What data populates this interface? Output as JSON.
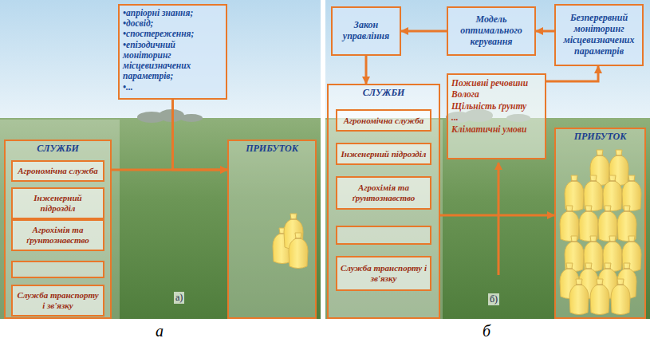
{
  "diagram": {
    "nodes": [
      {
        "text": [
          "•апріорні знання;",
          "•досвід;",
          "•спостереження;",
          "•епізодичний моніторинг місцевизначених параметрів;",
          "•..."
        ]
      },
      {
        "text": [
          "СЛУЖБИ"
        ]
      },
      {
        "text": [
          "Агрономічна служба"
        ],
        "in": 1
      },
      {
        "text": [
          "Інженерний підрозділ"
        ],
        "in": 1
      },
      {
        "text": [
          "Агрохімія та ґрунтознавство"
        ],
        "in": 1
      },
      {
        "text": [
          "Служба транспорту і зв'язку"
        ],
        "in": 1
      },
      {
        "text": [
          "ПРИБУТОК"
        ]
      },
      {
        "text": [
          "Закон управління"
        ]
      },
      {
        "text": [
          "Модель оптимального керування"
        ]
      },
      {
        "text": [
          "Безперервний моніторинг місцевизначених параметрів"
        ]
      },
      {
        "text": [
          "СЛУЖБИ"
        ]
      },
      {
        "text": [
          "Агрономічна служба"
        ],
        "in": 10
      },
      {
        "text": [
          "Інженерний підрозділ"
        ],
        "in": 10
      },
      {
        "text": [
          "Агрохімія та ґрунтознавство"
        ],
        "in": 10
      },
      {
        "text": [
          "Служба транспорту і зв'язку"
        ],
        "in": 10
      },
      {
        "text": [
          "Поживні речовини",
          "Волога",
          "Щільність ґрунту",
          "...",
          "Кліматичні умови"
        ]
      },
      {
        "text": [
          "ПРИБУТОК"
        ]
      }
    ],
    "edges": [
      {
        "from": 1,
        "to": 6,
        "arrow": "to"
      },
      {
        "from": 0,
        "to": 6,
        "arrow": "to"
      },
      {
        "from": 9,
        "to": 8,
        "arrow": "to"
      },
      {
        "from": 8,
        "to": 7,
        "arrow": "to"
      },
      {
        "from": 7,
        "to": 10,
        "arrow": "to"
      },
      {
        "from": 15,
        "to": 9,
        "arrow": "to"
      },
      {
        "from": 10,
        "to": 16,
        "arrow": "to"
      }
    ],
    "labels": [
      "а)",
      "б)",
      "а",
      "б"
    ]
  }
}
